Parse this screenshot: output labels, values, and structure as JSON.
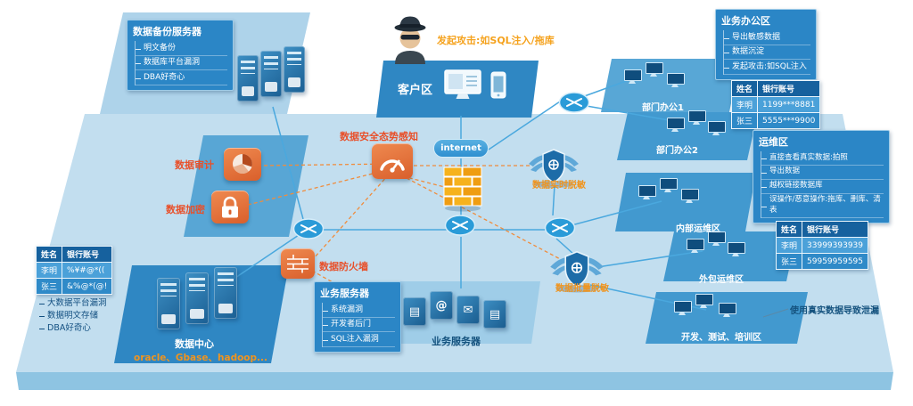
{
  "attacker": {
    "label": "发起攻击:如SQL注入/拖库"
  },
  "client_zone": {
    "label": "客户区"
  },
  "internet": {
    "label": "internet"
  },
  "backup_box": {
    "title": "数据备份服务器",
    "items": [
      "明文备份",
      "数据库平台漏洞",
      "DBA好奇心"
    ]
  },
  "office_box": {
    "title": "业务办公区",
    "items": [
      "导出敏感数据",
      "数据沉淀",
      "发起攻击:如SQL注入"
    ]
  },
  "office_table": {
    "headers": [
      "姓名",
      "银行账号"
    ],
    "rows": [
      [
        "李明",
        "1199***8881"
      ],
      [
        "张三",
        "5555***9900"
      ]
    ]
  },
  "ops_box": {
    "title": "运维区",
    "items": [
      "直接查看真实数据:拍照",
      "导出数据",
      "越权链接数据库",
      "误操作/恶意操作:拖库、删库、清表"
    ]
  },
  "ops_table": {
    "headers": [
      "姓名",
      "银行账号"
    ],
    "rows": [
      [
        "李明",
        "33999393939"
      ],
      [
        "张三",
        "59959959595"
      ]
    ]
  },
  "dc_table": {
    "headers": [
      "姓名",
      "银行账号"
    ],
    "rows": [
      [
        "李明",
        "%¥#@*(("
      ],
      [
        "张三",
        "&%@*(@!"
      ]
    ]
  },
  "dc_items": [
    "大数据平台漏洞",
    "数据明文存储",
    "DBA好奇心"
  ],
  "security": {
    "situation": "数据安全态势感知",
    "audit": "数据审计",
    "encrypt": "数据加密",
    "firewall": "数据防火墙",
    "realtime_mask": "数据实时脱敏",
    "batch_mask": "数据批量脱敏"
  },
  "server_box": {
    "title": "业务服务器",
    "items": [
      "系统漏洞",
      "开发者后门",
      "SQL注入漏洞"
    ]
  },
  "zones": {
    "dept1": "部门办公1",
    "dept2": "部门办公2",
    "internal_ops": "内部运维区",
    "outsource_ops": "外包运维区",
    "dev_test": "开发、测试、培训区",
    "leak_note": "使用真实数据导致泄漏",
    "datacenter": "数据中心",
    "db_products": "oracle、Gbase、hadoop...",
    "business_server": "业务服务器"
  },
  "icons": {
    "folder": "▤",
    "at": "@",
    "mail": "✉"
  },
  "colors": {
    "accent_orange": "#f0941e",
    "alert_red": "#e8502a",
    "panel_blue": "#2b86c6",
    "plane_blue": "#c2deef"
  }
}
